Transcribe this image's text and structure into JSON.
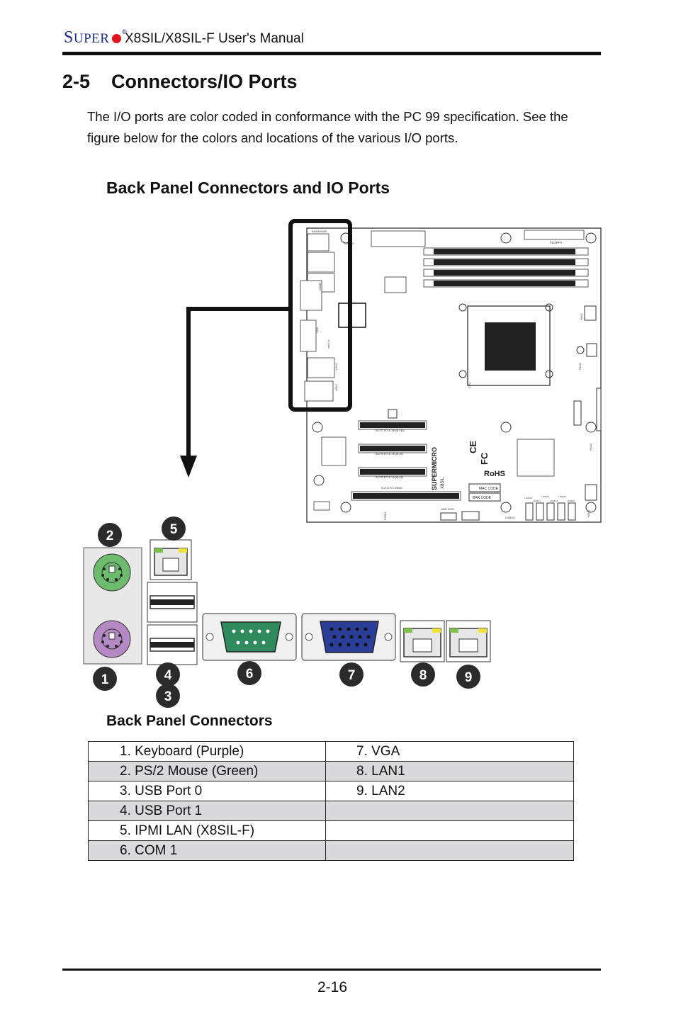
{
  "header": {
    "brand_big_s": "S",
    "brand_rest": "UPER",
    "registered": "®",
    "manual_title": "X8SIL/X8SIL-F User's Manual"
  },
  "section": {
    "title": "2-5    Connectors/IO Ports",
    "intro": "The I/O ports are color coded in conformance with the PC 99 specification. See the figure below for the colors and locations of the various I/O ports."
  },
  "figure": {
    "title": "Back Panel Connectors and IO Ports",
    "callouts": [
      "1",
      "2",
      "3",
      "4",
      "5",
      "6",
      "7",
      "8",
      "9"
    ],
    "colors": {
      "keyboard": "#b58ac4",
      "mouse": "#6dbb6c",
      "com": "#2f8b5d",
      "vga": "#2b3f99",
      "bracket": "#111111",
      "callout": "#2b2b2b",
      "led_green": "#7cc24a",
      "led_yellow": "#f2e33a"
    },
    "board_labels": {
      "kb_mouse": "KB/MOUSE",
      "usb01": "USB0/1",
      "com1": "COM1",
      "vga": "VGA",
      "ipmi_lan": "IPMI LAN",
      "lan1": "LAN1",
      "lan2": "LAN2",
      "floppy": "FLOPPY",
      "cpu": "CPU",
      "slot7": "SLOT7 PCI-E X8 (IN X16)",
      "slot6": "SLOT6 PCI-E X8 (IN X8)",
      "slot5": "SLOT5 PCI-E X4 (IN X8)",
      "slot4": "SLOT4 PCI 33MHZ",
      "usb1011": "USB 10/11",
      "usb23": "USB2/3",
      "com2": "COM2",
      "fan1": "FAN1",
      "fan2": "FAN2",
      "fan3": "FAN3",
      "fan4": "FAN4",
      "supermicro": "SUPERMICRO",
      "model": "X8SIL",
      "rohs": "RoHS",
      "ce": "CE",
      "fc": "FC",
      "mac_code": "MAC CODE",
      "bar_code": "BAR CODE",
      "sata": [
        "I-SATA0",
        "I-SATA1",
        "I-SATA2",
        "I-SATA3",
        "I-SATA4",
        "I-SATA5"
      ]
    }
  },
  "table": {
    "title": "Back Panel Connectors",
    "rows": [
      {
        "left": "1. Keyboard (Purple)",
        "right": "7. VGA"
      },
      {
        "left": "2. PS/2 Mouse (Green)",
        "right": "8. LAN1"
      },
      {
        "left": "3. USB Port 0",
        "right": "9. LAN2"
      },
      {
        "left": "4. USB Port 1",
        "right": ""
      },
      {
        "left": "5. IPMI LAN (X8SIL-F)",
        "right": ""
      },
      {
        "left": "6. COM 1",
        "right": ""
      }
    ]
  },
  "footer": {
    "page": "2-16"
  }
}
